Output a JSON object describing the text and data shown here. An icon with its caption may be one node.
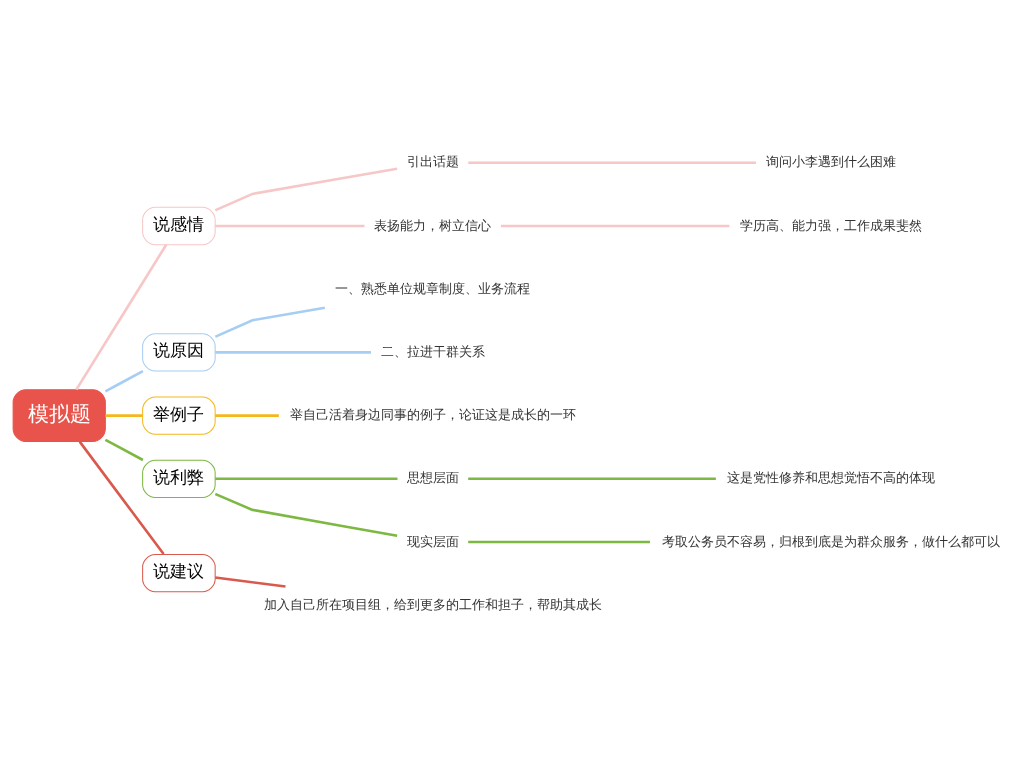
{
  "diagram": {
    "nodes": [
      {
        "text": [
          "模拟题"
        ]
      },
      {
        "text": [
          "说感情"
        ]
      },
      {
        "text": [
          "引出话题"
        ]
      },
      {
        "text": [
          "询问小李遇到什么困难"
        ]
      },
      {
        "text": [
          "表扬能力，树立信心"
        ]
      },
      {
        "text": [
          "学历高、能力强，工作成果斐然"
        ]
      },
      {
        "text": [
          "说原因"
        ]
      },
      {
        "text": [
          "一、熟悉单位规章制度、业务流程"
        ]
      },
      {
        "text": [
          "二、拉进干群关系"
        ]
      },
      {
        "text": [
          "举例子"
        ]
      },
      {
        "text": [
          "举自己活着身边同事的例子，论证这是成长的一环"
        ]
      },
      {
        "text": [
          "说利弊"
        ]
      },
      {
        "text": [
          "思想层面"
        ]
      },
      {
        "text": [
          "这是党性修养和思想觉悟不高的体现"
        ]
      },
      {
        "text": [
          "现实层面"
        ]
      },
      {
        "text": [
          "考取公务员不容易，归根到底是为群众服务，做什么都可以"
        ]
      },
      {
        "text": [
          "说建议"
        ]
      },
      {
        "text": [
          "加入自己所在项目组，给到更多的工作和担子，帮助其成长"
        ]
      }
    ],
    "edges": [
      {
        "from": 0,
        "to": 1,
        "arrow": "none",
        "color": "#f7c6c6"
      },
      {
        "from": 1,
        "to": 2,
        "arrow": "none",
        "color": "#f7c6c6"
      },
      {
        "from": 2,
        "to": 3,
        "arrow": "none",
        "color": "#f7c6c6"
      },
      {
        "from": 1,
        "to": 4,
        "arrow": "none",
        "color": "#f7c6c6"
      },
      {
        "from": 4,
        "to": 5,
        "arrow": "none",
        "color": "#f7c6c6"
      },
      {
        "from": 0,
        "to": 6,
        "arrow": "none",
        "color": "#a6cdf3"
      },
      {
        "from": 6,
        "to": 7,
        "arrow": "none",
        "color": "#a6cdf3"
      },
      {
        "from": 6,
        "to": 8,
        "arrow": "none",
        "color": "#a6cdf3"
      },
      {
        "from": 0,
        "to": 9,
        "arrow": "none",
        "color": "#f5b81c"
      },
      {
        "from": 9,
        "to": 10,
        "arrow": "none",
        "color": "#f5b81c"
      },
      {
        "from": 0,
        "to": 11,
        "arrow": "none",
        "color": "#7cb842"
      },
      {
        "from": 11,
        "to": 12,
        "arrow": "none",
        "color": "#7cb842"
      },
      {
        "from": 12,
        "to": 13,
        "arrow": "none",
        "color": "#7cb842"
      },
      {
        "from": 11,
        "to": 14,
        "arrow": "none",
        "color": "#7cb842"
      },
      {
        "from": 14,
        "to": 15,
        "arrow": "none",
        "color": "#7cb842"
      },
      {
        "from": 0,
        "to": 16,
        "arrow": "none",
        "color": "#d9594c"
      },
      {
        "from": 16,
        "to": 17,
        "arrow": "none",
        "color": "#d9594c"
      }
    ]
  }
}
